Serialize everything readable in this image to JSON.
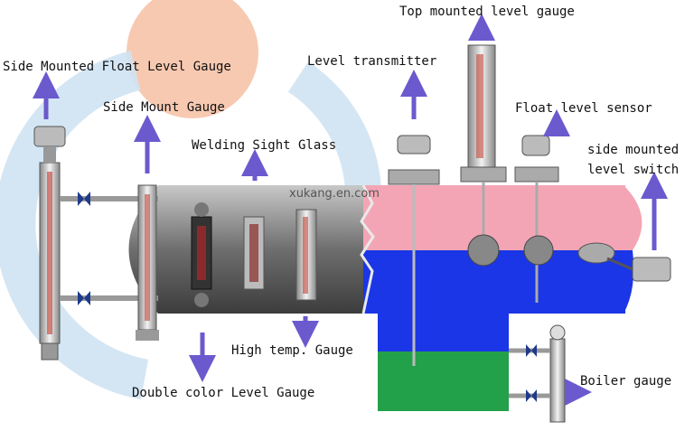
{
  "diagram": {
    "labels": {
      "top_mounted": "Top mounted level gauge",
      "side_float": "Side Mounted Float Level Gauge",
      "level_transmitter": "Level transmitter",
      "side_mount": "Side Mount Gauge",
      "float_sensor": "Float level sensor",
      "welding_sight": "Welding Sight Glass",
      "side_switch_line1": "side mounted",
      "side_switch_line2": "level switch",
      "high_temp": "High temp. Gauge",
      "boiler": "Boiler gauge",
      "double_color": "Double color Level Gauge"
    },
    "watermark": "xukang.en.com",
    "colors": {
      "arrow": "#6a5acd",
      "pink": "#f4a5b5",
      "blue": "#1a36e6",
      "green": "#23a04a",
      "peach": "#f6c3a8",
      "light_blue": "#cfe3f3"
    }
  }
}
